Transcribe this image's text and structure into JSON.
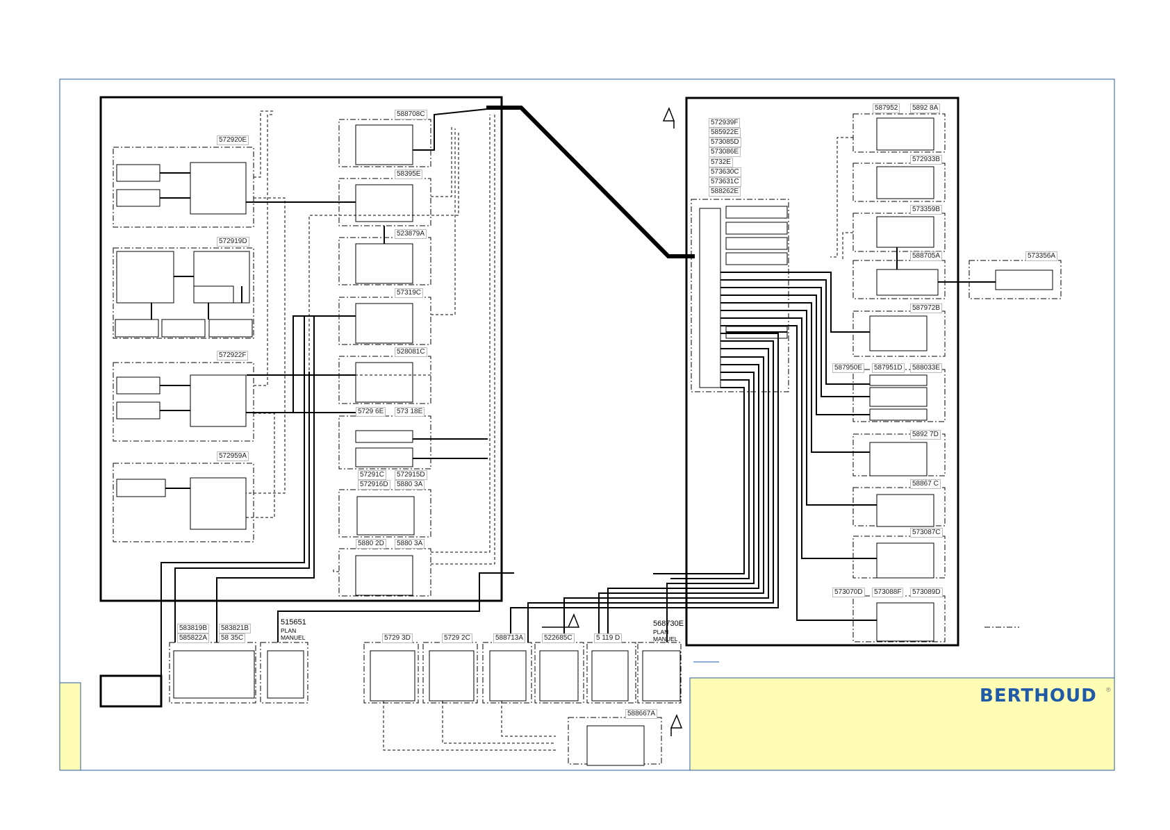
{
  "brand": {
    "logo_text": "BERTHOUD",
    "registered": "®",
    "color": "#1e5aa8"
  },
  "colors": {
    "titleblock": "#fffdb5",
    "frame": "#2a5aa0"
  },
  "left_group_labels": [
    "572920E",
    "572919D",
    "572922F",
    "572959A"
  ],
  "center_labels": [
    "588708C",
    "58395E",
    "523879A",
    "57319C",
    "528081C",
    "5729 6E",
    "573 18E",
    "57291C",
    "572915D",
    "572916D",
    "5880 3A",
    "5880 2D",
    "5880 3A"
  ],
  "right_list": [
    "572939F",
    "585922E",
    "573085D",
    "573086E",
    "5732E",
    "573630C",
    "573631C",
    "588262E"
  ],
  "right_labels": [
    "587952",
    "5892 8A",
    "572933B",
    "573359B",
    "588705A",
    "573356A",
    "587972B",
    "587950E",
    "587951D",
    "588033E",
    "5892 7D",
    "58867 C",
    "573087C",
    "573070D",
    "573088F",
    "573089D"
  ],
  "bottom_labels": [
    "583819B",
    "583821B",
    "585822A",
    "58 35C",
    "5729 3D",
    "5729 2C",
    "588713A",
    "522685C",
    "5 119 D",
    "588667A"
  ],
  "plan_blocks": [
    {
      "ref": "515651",
      "line1": "PLAN",
      "line2": "MANUEL"
    },
    {
      "ref": "568730E",
      "line1": "PLAN",
      "line2": "MANUEL"
    }
  ]
}
